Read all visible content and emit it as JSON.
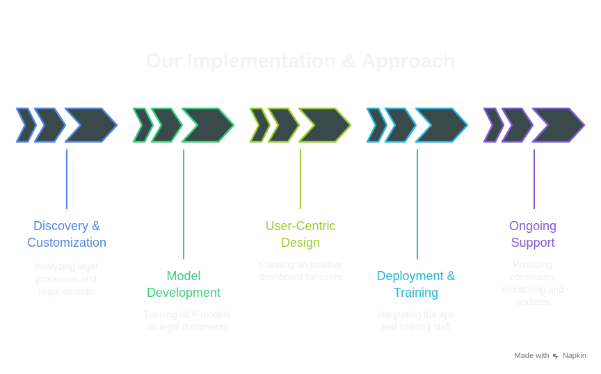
{
  "title": "Our Implementation & Approach",
  "stages": [
    {
      "title": "Discovery & Customization",
      "title_lines": [
        "Discovery &",
        "Customization"
      ],
      "desc_lines": [
        "Analyzing legal",
        "processes and",
        "requirements"
      ],
      "color": "#4f86e0"
    },
    {
      "title": "Model Development",
      "title_lines": [
        "Model",
        "Development"
      ],
      "desc_lines": [
        "Training NLP models",
        "on legal documents"
      ],
      "color": "#36d17d"
    },
    {
      "title": "User-Centric Design",
      "title_lines": [
        "User-Centric",
        "Design"
      ],
      "desc_lines": [
        "Creating an intuitive",
        "dashboard for users"
      ],
      "color": "#9acb2c"
    },
    {
      "title": "Deployment & Training",
      "title_lines": [
        "Deployment &",
        "Training"
      ],
      "desc_lines": [
        "Integrating the app",
        "and training staff"
      ],
      "color": "#24b5dc"
    },
    {
      "title": "Ongoing Support",
      "title_lines": [
        "Ongoing",
        "Support"
      ],
      "desc_lines": [
        "Providing",
        "continuous",
        "monitoring and",
        "updates"
      ],
      "color": "#7f5bd8"
    }
  ],
  "footer": {
    "made_with": "Made with",
    "brand": "Napkin",
    "icon": "napkin-logo-icon"
  },
  "chevron_fill": "#3a4a4a"
}
